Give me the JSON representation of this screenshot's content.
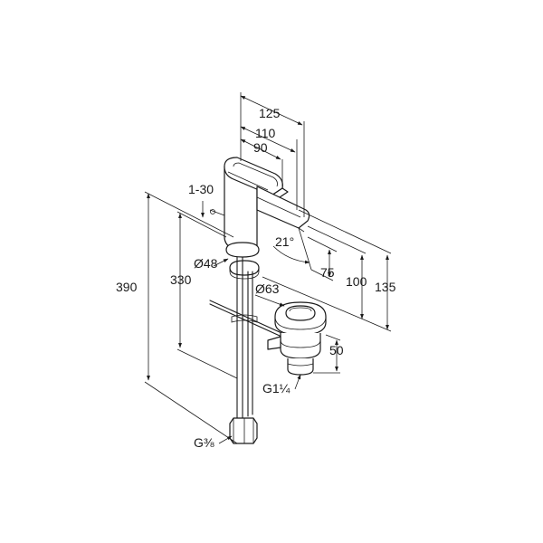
{
  "dimensions": {
    "overall_height": "390",
    "height_330": "330",
    "spout_reach_125": "125",
    "spout_reach_110": "110",
    "spout_reach_90": "90",
    "lever_range": "1-30",
    "base_diameter": "Ø48",
    "spout_angle": "21°",
    "height_75": "75",
    "height_100": "100",
    "height_135": "135",
    "waste_diameter": "Ø63",
    "waste_height": "50",
    "waste_thread": "G1¼",
    "supply_thread": "G⅜"
  }
}
